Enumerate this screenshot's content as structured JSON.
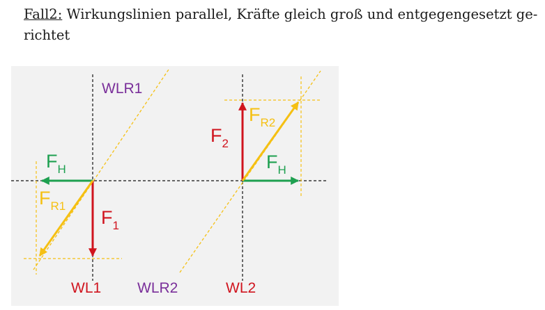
{
  "heading": {
    "case_label": "Fall2:",
    "text_line1": "Wirkungslinien parallel, Kräfte gleich groß und entgegengesetzt ge-",
    "text_line2": "richtet"
  },
  "figure": {
    "labels": {
      "wlr1": "WLR1",
      "wlr2": "WLR2",
      "wl1": "WL1",
      "wl2": "WL2",
      "fh_left": {
        "base": "F",
        "sub": "H"
      },
      "fh_right": {
        "base": "F",
        "sub": "H"
      },
      "fr1": {
        "base": "F",
        "sub": "R1"
      },
      "fr2": {
        "base": "F",
        "sub": "R2"
      },
      "f1": {
        "base": "F",
        "sub": "1"
      },
      "f2": {
        "base": "F",
        "sub": "2"
      }
    },
    "colors": {
      "red": "#d0141e",
      "green": "#1ea050",
      "yellow": "#f5c013",
      "purple": "#7a2f9a",
      "panel": "#f2f2f2"
    }
  }
}
